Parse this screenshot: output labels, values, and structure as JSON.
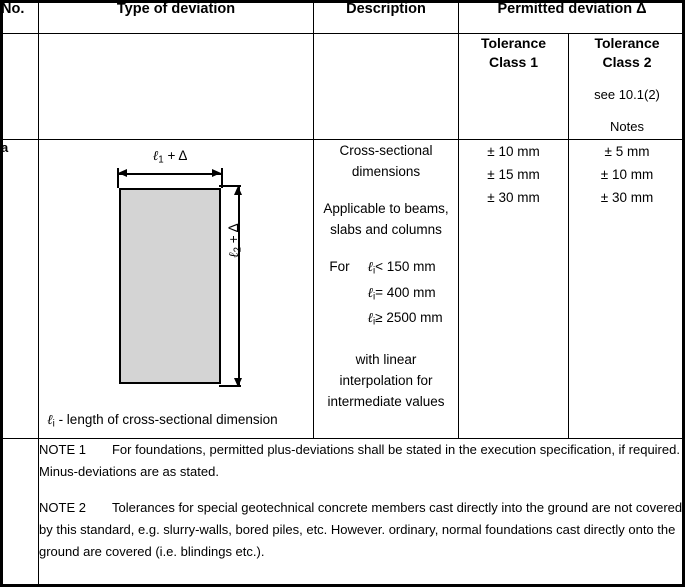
{
  "table": {
    "headers": {
      "no": "No.",
      "type_of_deviation": "Type of deviation",
      "description": "Description",
      "permitted_deviation": "Permitted deviation Δ",
      "tolerance_class_1_line1": "Tolerance",
      "tolerance_class_1_line2": "Class 1",
      "tolerance_class_2_line1": "Tolerance",
      "tolerance_class_2_line2": "Class 2",
      "tolerance_class_2_ref_line1": "see 10.1(2)",
      "tolerance_class_2_ref_line2": "Notes"
    },
    "rows": [
      {
        "no": "a",
        "figure": {
          "width_dimension_label": "+ Δ",
          "width_dimension_symbol": "ℓ",
          "width_dimension_subscript": "1",
          "height_dimension_label": "+ Δ",
          "height_dimension_symbol": "ℓ",
          "height_dimension_subscript": "2",
          "caption_symbol": "ℓ",
          "caption_subscript": "i",
          "caption_text": "- length of cross-sectional dimension",
          "fill_color": "#d4d4d4",
          "stroke_color": "#000000"
        },
        "description": {
          "title_line1": "Cross-sectional",
          "title_line2": "dimensions",
          "applicability_line1": "Applicable to beams,",
          "applicability_line2": "slabs and columns",
          "for_label": "For",
          "conditions": [
            {
              "symbol": "ℓ",
              "subscript": "i",
              "relation": "< 150 mm"
            },
            {
              "symbol": "ℓ",
              "subscript": "i",
              "relation": "= 400 mm"
            },
            {
              "symbol": "ℓ",
              "subscript": "i",
              "relation": "≥ 2500 mm"
            }
          ],
          "interpolation_line1": "with linear",
          "interpolation_line2": "interpolation for",
          "interpolation_line3": "intermediate values"
        },
        "tolerance_class_1": [
          "± 10 mm",
          "± 15 mm",
          "± 30 mm"
        ],
        "tolerance_class_2": [
          "± 5 mm",
          "± 10 mm",
          "± 30 mm"
        ]
      }
    ],
    "notes": [
      {
        "tag": "NOTE 1",
        "text": "For foundations, permitted plus-deviations shall be stated in the execution specification, if required. Minus-deviations are as stated."
      },
      {
        "tag": "NOTE 2",
        "text": "Tolerances for special geotechnical concrete members cast directly into the ground are not covered by this standard, e.g. slurry-walls, bored piles, etc. However. ordinary, normal foundations cast directly onto the ground are covered (i.e. blindings etc.)."
      }
    ]
  }
}
